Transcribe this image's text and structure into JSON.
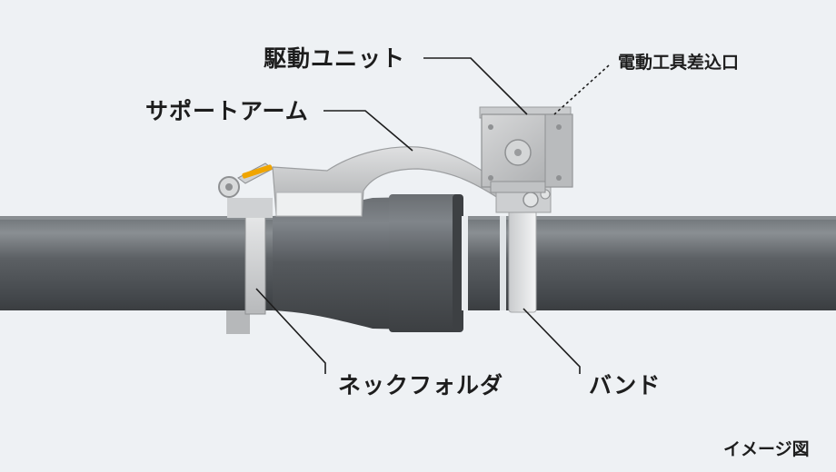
{
  "labels": {
    "drive_unit": "駆動ユニット",
    "power_tool_port": "電動工具差込口",
    "support_arm": "サポートアーム",
    "neck_holder": "ネックフォルダ",
    "band": "バンド"
  },
  "caption": "イメージ図",
  "colors": {
    "background": "#eef1f4",
    "pipe": "#55595d",
    "socket": "#4a4e52",
    "metal": "#c9cbcd",
    "band": "#e8eaeb",
    "accent": "#f0a500",
    "leader": "#1d1d1d"
  }
}
